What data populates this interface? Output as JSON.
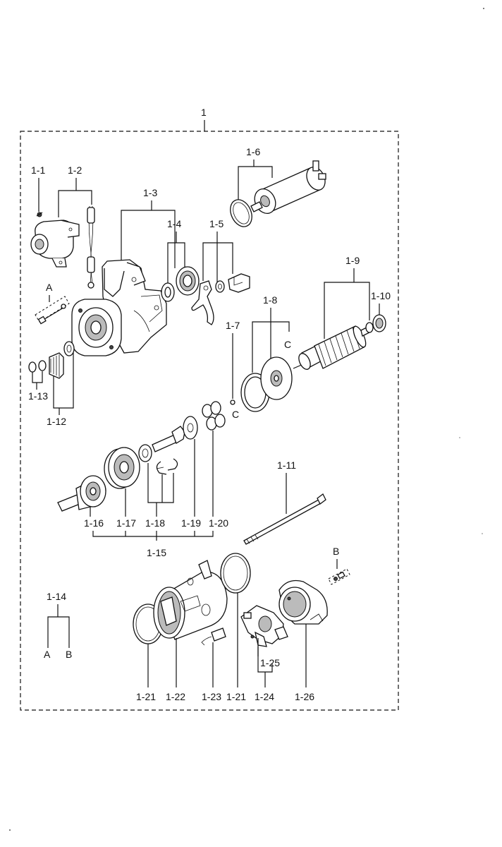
{
  "diagram": {
    "title_number": "1",
    "labels": {
      "l1_1": "1-1",
      "l1_2": "1-2",
      "l1_3": "1-3",
      "l1_4": "1-4",
      "l1_5": "1-5",
      "l1_6": "1-6",
      "l1_7": "1-7",
      "l1_8": "1-8",
      "l1_9": "1-9",
      "l1_10": "1-10",
      "l1_11": "1-11",
      "l1_12": "1-12",
      "l1_13": "1-13",
      "l1_14": "1-14",
      "l1_15": "1-15",
      "l1_16": "1-16",
      "l1_17": "1-17",
      "l1_18": "1-18",
      "l1_19": "1-19",
      "l1_20": "1-20",
      "l1_21a": "1-21",
      "l1_22": "1-22",
      "l1_23": "1-23",
      "l1_21b": "1-21",
      "l1_24": "1-24",
      "l1_25": "1-25",
      "l1_26": "1-26",
      "ref_a_top": "A",
      "ref_b_top": "B",
      "ref_c1": "C",
      "ref_c2": "C",
      "ref_a_bottom": "A",
      "ref_b_bottom": "B"
    }
  }
}
